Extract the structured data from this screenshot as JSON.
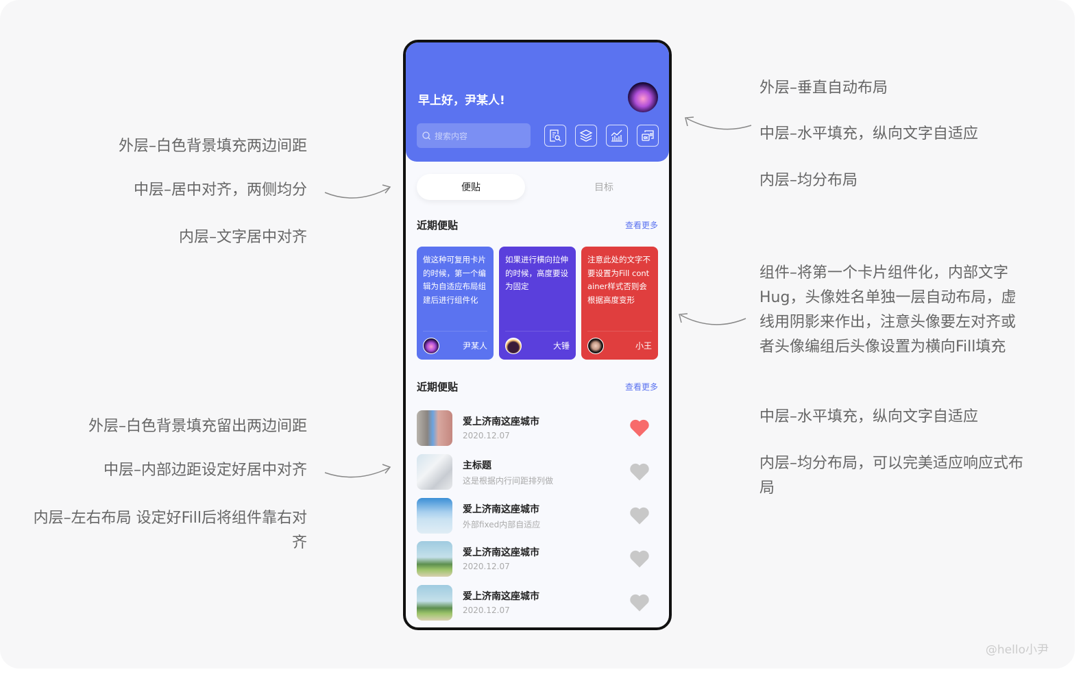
{
  "annotations_left": [
    "外层–白色背景填充两边间距",
    "中层–居中对齐，两侧均分",
    "内层–文字居中对齐",
    "外层–白色背景填充留出两边间距",
    "中层–内部边距设定好居中对齐",
    "内层–左右布局 设定好Fill后将组件靠右对齐"
  ],
  "annotations_right": [
    "外层–垂直自动布局",
    "中层–水平填充，纵向文字自适应",
    "内层–均分布局",
    "组件–将第一个卡片组件化，内部文字Hug，头像姓名单独一层自动布局，虚线用阴影来作出，注意头像要左对齐或者头像编组后头像设置为横向Fill填充",
    "中层–水平填充，纵向文字自适应",
    "内层–均分布局，可以完美适应响应式布局"
  ],
  "header": {
    "greeting": "早上好，尹某人!",
    "search_placeholder": "搜索内容",
    "icons": [
      "document-search-icon",
      "layers-icon",
      "chart-icon",
      "data-icon"
    ]
  },
  "tabs": [
    "便贴",
    "目标"
  ],
  "section1": {
    "title": "近期便贴",
    "more": "查看更多"
  },
  "cards": [
    {
      "text": "做这种可复用卡片的时候，第一个编辑为自适应布局组建后进行组件化",
      "name": "尹某人",
      "color": "#5b73f0"
    },
    {
      "text": "如果进行横向拉伸的时候，高度要设为固定",
      "name": "大锤",
      "color": "#5a3fdc"
    },
    {
      "text": "注意此处的文字不要设置为Fill container样式否则会根据高度变形",
      "name": "小王",
      "color": "#e03e3e"
    }
  ],
  "section2": {
    "title": "近期便贴",
    "more": "查看更多"
  },
  "list": [
    {
      "title": "爱上济南这座城市",
      "sub": "2020.12.07",
      "liked": true
    },
    {
      "title": "主标题",
      "sub": "这是根据内行间距排列做",
      "liked": false
    },
    {
      "title": "爱上济南这座城市",
      "sub": "外部fixed内部自适应",
      "liked": false
    },
    {
      "title": "爱上济南这座城市",
      "sub": "2020.12.07",
      "liked": false
    },
    {
      "title": "爱上济南这座城市",
      "sub": "2020.12.07",
      "liked": false
    }
  ],
  "colors": {
    "accent": "#5b73f0",
    "like": "#f76b6b",
    "unlike": "#c8c8c8"
  },
  "watermark": "@hello小尹"
}
